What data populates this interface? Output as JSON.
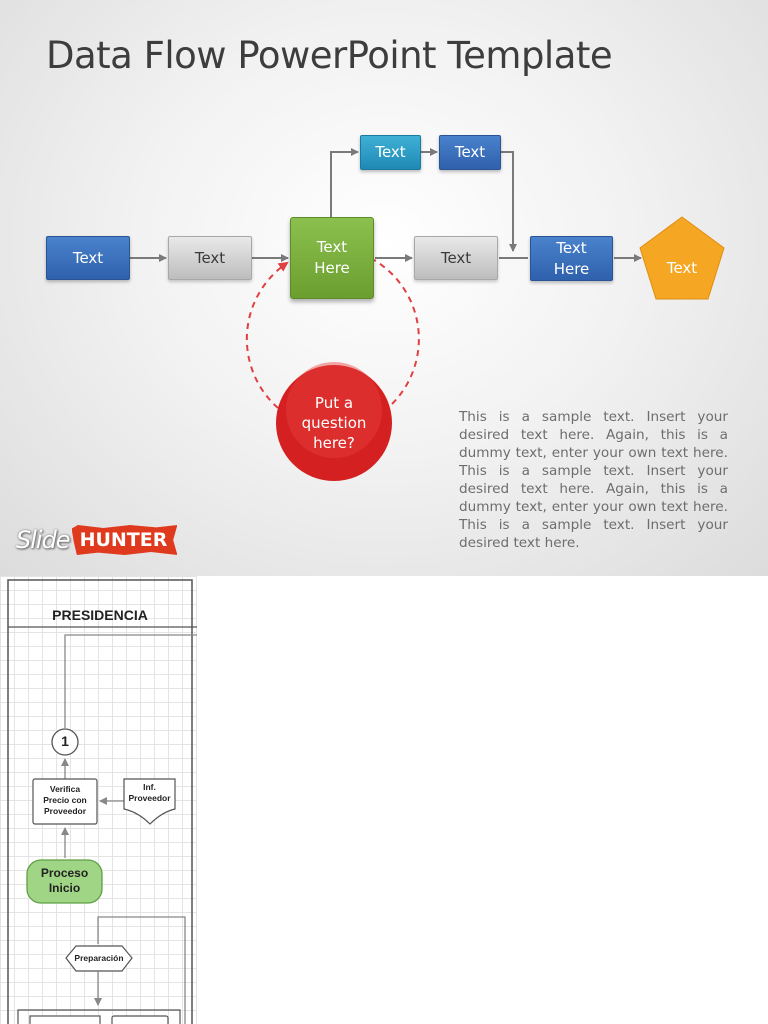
{
  "slide": {
    "title": "Data Flow PowerPoint Template",
    "nodes": {
      "text_1": "Text",
      "text_2": "Text",
      "center_line1": "Text",
      "center_line2": "Here",
      "top_1": "Text",
      "top_2": "Text",
      "text_3": "Text",
      "here_line1": "Text",
      "here_line2": "Here",
      "pentagon": "Text"
    },
    "question": {
      "line1": "Put a",
      "line2": "question",
      "line3": "here?"
    },
    "sample_text": "This is a sample text. Insert your desired text here. Again, this is a dummy text, enter your own text here. This is a sample text. Insert your desired text here. Again, this is a dummy text, enter your own text here. This is a sample text. Insert your desired text here.",
    "logo": {
      "part1": "Slide",
      "part2": "HUNTER"
    },
    "colors": {
      "blue": "#3a6fbf",
      "grey": "#c8c8c8",
      "cyan": "#2a9cc6",
      "green": "#7aae3e",
      "pentagon": "#f5a623",
      "question": "#d42020",
      "dashed": "#e04040"
    }
  },
  "flowchart": {
    "header": "PRESIDENCIA",
    "connector": "1",
    "verify": [
      "Verifica",
      "Precio con",
      "Proveedor"
    ],
    "supplier": [
      "Inf.",
      "Proveedor"
    ],
    "start": [
      "Proceso",
      "Inicio"
    ],
    "prep": "Preparación",
    "colors": {
      "start_fill": "#9fd585"
    }
  }
}
